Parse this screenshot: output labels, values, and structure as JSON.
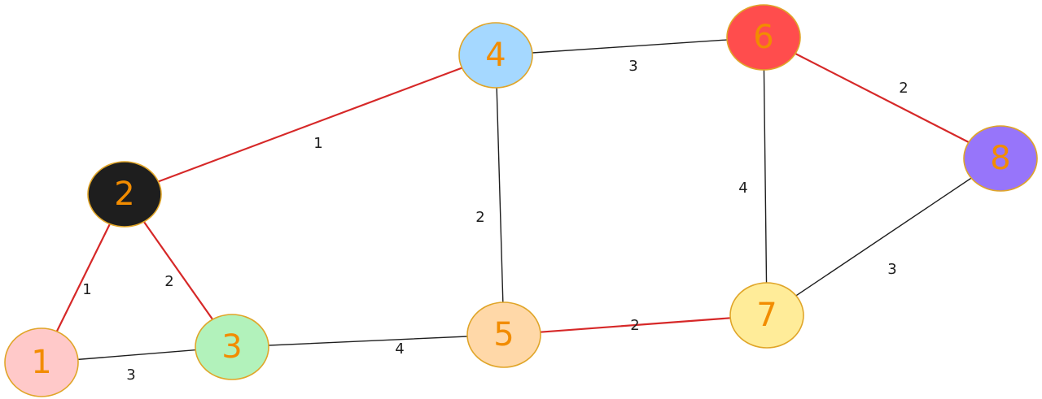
{
  "colors": {
    "label": "#f28c00",
    "highlight": "#d62828",
    "normal": "#1e1e1e",
    "outline": "#e0a528"
  },
  "nodes": [
    {
      "id": "1",
      "label": "1",
      "fill": "#ffc9c9"
    },
    {
      "id": "2",
      "label": "2",
      "fill": "#1e1e1e"
    },
    {
      "id": "3",
      "label": "3",
      "fill": "#b2f2bb"
    },
    {
      "id": "4",
      "label": "4",
      "fill": "#a5d8ff"
    },
    {
      "id": "5",
      "label": "5",
      "fill": "#ffd8a8"
    },
    {
      "id": "6",
      "label": "6",
      "fill": "#ff4d4d"
    },
    {
      "id": "7",
      "label": "7",
      "fill": "#ffec99"
    },
    {
      "id": "8",
      "label": "8",
      "fill": "#9775fa"
    }
  ],
  "edges": [
    {
      "from": "1",
      "to": "2",
      "weight": "1",
      "highlighted": true
    },
    {
      "from": "2",
      "to": "3",
      "weight": "2",
      "highlighted": true
    },
    {
      "from": "1",
      "to": "3",
      "weight": "3",
      "highlighted": false
    },
    {
      "from": "2",
      "to": "4",
      "weight": "1",
      "highlighted": true
    },
    {
      "from": "3",
      "to": "5",
      "weight": "4",
      "highlighted": false
    },
    {
      "from": "4",
      "to": "5",
      "weight": "2",
      "highlighted": false
    },
    {
      "from": "4",
      "to": "6",
      "weight": "3",
      "highlighted": false
    },
    {
      "from": "5",
      "to": "7",
      "weight": "2",
      "highlighted": true
    },
    {
      "from": "6",
      "to": "7",
      "weight": "4",
      "highlighted": false
    },
    {
      "from": "6",
      "to": "8",
      "weight": "2",
      "highlighted": true
    },
    {
      "from": "7",
      "to": "8",
      "weight": "3",
      "highlighted": false
    }
  ]
}
